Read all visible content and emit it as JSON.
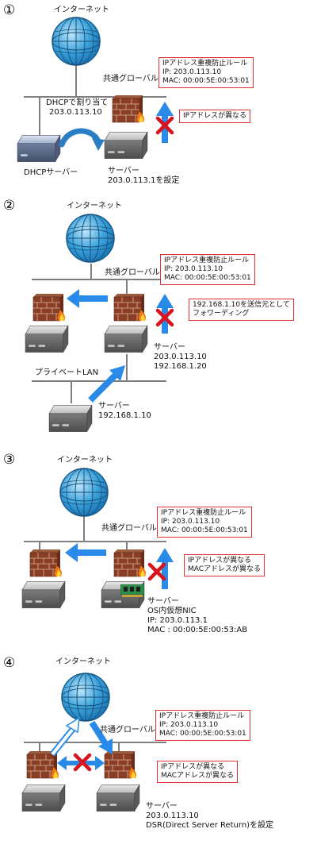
{
  "sections": [
    {
      "number": "①",
      "internet": "インターネット",
      "global": "共通グローバル",
      "rule": [
        "IPアドレス重複防止ルール",
        "IP: 203.0.113.10",
        "MAC: 00:00:5E:00:53:01"
      ],
      "note": [
        "IPアドレスが異なる"
      ],
      "dhcp_assign": [
        "DHCPで割り当て",
        "203.0.113.10"
      ],
      "dhcp_server": "DHCPサーバー",
      "server": [
        "サーバー",
        "203.0.113.1を設定"
      ]
    },
    {
      "number": "②",
      "internet": "インターネット",
      "global": "共通グローバル",
      "rule": [
        "IPアドレス重複防止ルール",
        "IP: 203.0.113.10",
        "MAC: 00:00:5E:00:53:01"
      ],
      "note": [
        "192.168.1.10を送信元として",
        "フォワーディング"
      ],
      "server": [
        "サーバー",
        "203.0.113.10",
        "192.168.1.20"
      ],
      "private_lan": "プライベートLAN",
      "server2": [
        "サーバー",
        "192.168.1.10"
      ]
    },
    {
      "number": "③",
      "internet": "インターネット",
      "global": "共通グローバル",
      "rule": [
        "IPアドレス重複防止ルール",
        "IP: 203.0.113.10",
        "MAC: 00:00:5E:00:53:01"
      ],
      "note": [
        "IPアドレスが異なる",
        "MACアドレスが異なる"
      ],
      "server": [
        "サーバー",
        "OS内仮想NIC",
        "IP: 203.0.113.1",
        "MAC : 00:00:5E:00:53:AB"
      ]
    },
    {
      "number": "④",
      "internet": "インターネット",
      "global": "共通グローバル",
      "rule": [
        "IPアドレス重複防止ルール",
        "IP: 203.0.113.10",
        "MAC: 00:00:5E:00:53:01"
      ],
      "note": [
        "IPアドレスが異なる",
        "MACアドレスが異なる"
      ],
      "server": [
        "サーバー",
        "203.0.113.10",
        "DSR(Direct Server Return)を設定"
      ]
    }
  ],
  "colors": {
    "callout_border": "#e03030",
    "arrow": "#2a8ae8",
    "cross": "#d6141e",
    "line": "#7f7f7f"
  }
}
